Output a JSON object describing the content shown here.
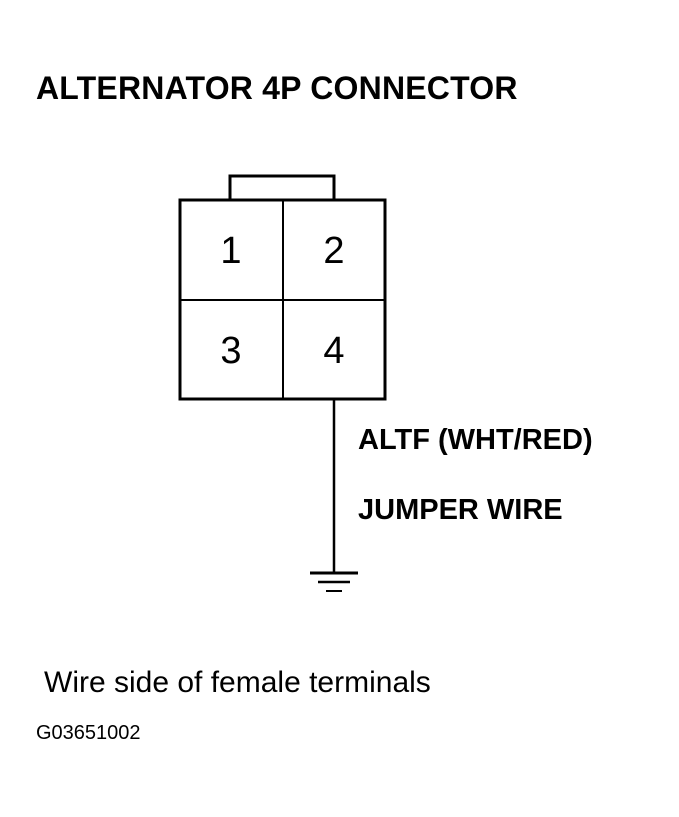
{
  "title": "ALTERNATOR 4P CONNECTOR",
  "connector": {
    "pins": [
      "1",
      "2",
      "3",
      "4"
    ]
  },
  "wire": {
    "label": "ALTF (WHT/RED)"
  },
  "jumper": {
    "label": "JUMPER WIRE"
  },
  "ground": {
    "icon": "ground-symbol-icon"
  },
  "caption": "Wire side of female terminals",
  "figure_id": "G03651002"
}
